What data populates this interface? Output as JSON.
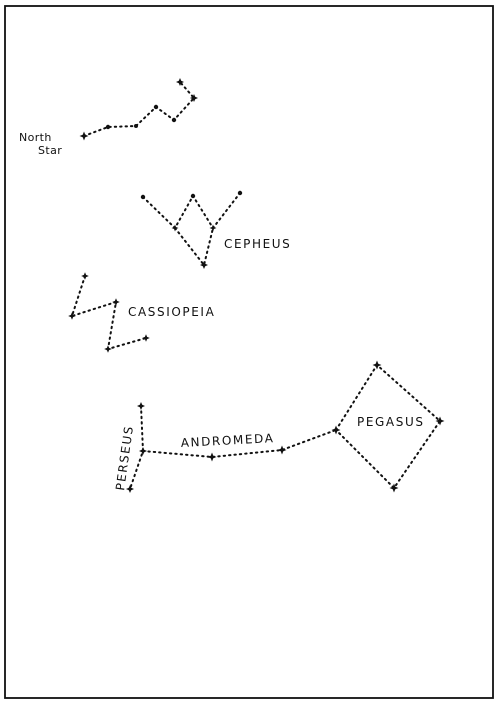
{
  "labels": {
    "north_star_line1": "North",
    "north_star_line2": "Star",
    "cepheus": "CEPHEUS",
    "cassiopeia": "CASSIOPEIA",
    "perseus": "PERSEUS",
    "andromeda": "ANDROMEDA",
    "pegasus": "PEGASUS"
  },
  "colors": {
    "ink": "#111111",
    "paper": "#ffffff"
  }
}
